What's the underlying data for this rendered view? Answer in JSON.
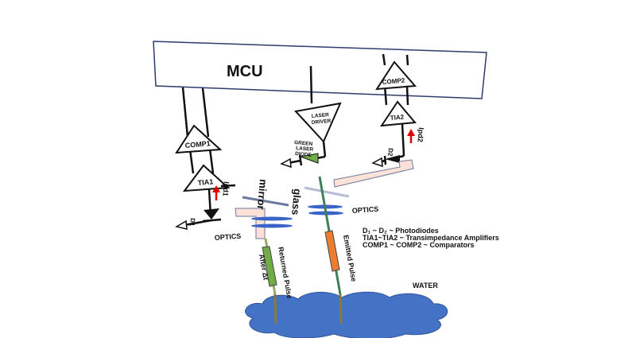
{
  "mcu": {
    "label": "MCU"
  },
  "left_channel": {
    "comp": "COMP1",
    "tia": "TIA1",
    "diode": "D1",
    "current": "Ipd1"
  },
  "right_channel": {
    "comp": "COMP2",
    "tia": "TIA2",
    "diode": "D2",
    "current": "Ipd2"
  },
  "emitter": {
    "driver_line1": "LASER",
    "driver_line2": "DRIVER",
    "diode_line1": "GREEN",
    "diode_line2": "LASER",
    "diode_line3": "DIODE"
  },
  "labels": {
    "mirror": "mirror",
    "glass": "glass",
    "optics_left": "OPTICS",
    "optics_right": "OPTICS",
    "returned_pulse": "Returned Pulse",
    "after_dt": "After Δt",
    "emitted_pulse": "Emitted Pulse",
    "water": "WATER"
  },
  "legend": [
    "D₁ ~ D₂ ~ Photodiodes",
    "TIA1~TIA2 ~ Transimpedance Amplifiers",
    "COMP1 ~ COMP2 ~ Comparators"
  ],
  "colors": {
    "water": "#4472c4",
    "emitted_pulse": "#ed7d31",
    "returned_pulse": "#70ad47",
    "laser_diode": "#70ad47",
    "current_arrow": "#e00000",
    "optics": "#3a64c8",
    "pink_block": "#fbe1d6"
  }
}
